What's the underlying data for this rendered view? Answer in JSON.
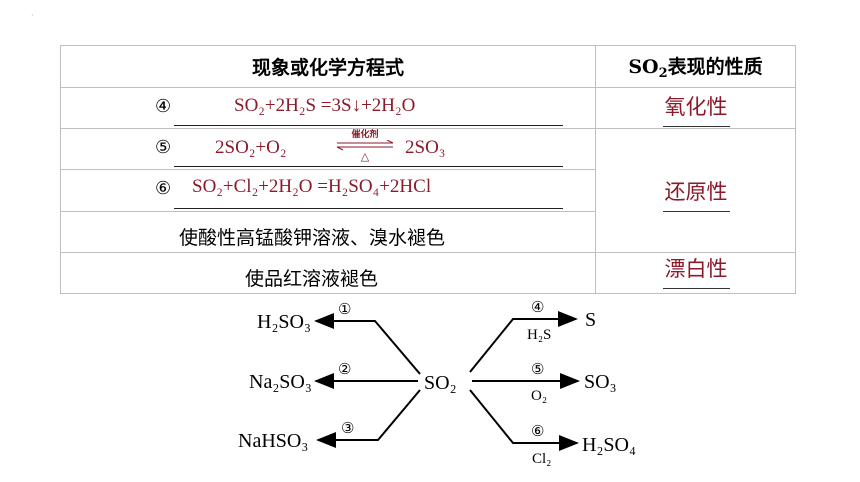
{
  "table": {
    "header_left": "现象或化学方程式",
    "header_right_prefix": "SO",
    "header_right_sub": "2",
    "header_right_suffix": "表现的性质",
    "rows": [
      {
        "num": "④",
        "eq": "SO₂+2H₂S =3S↓+2H₂O"
      },
      {
        "num": "⑤",
        "eq_left": "2SO₂+O₂",
        "catalyst": "催化剂",
        "condition": "△",
        "eq_right": "2SO₃"
      },
      {
        "num": "⑥",
        "eq": "SO₂+Cl₂+2H₂O =H₂SO₄+2HCl"
      },
      {
        "text": "使酸性高锰酸钾溶液、溴水褪色"
      },
      {
        "text": "使品红溶液褪色"
      }
    ],
    "properties": {
      "oxidizing": "氧化性",
      "reducing": "还原性",
      "bleaching": "漂白性"
    }
  },
  "diagram": {
    "center": "SO₂",
    "left": [
      {
        "num": "①",
        "product": "H₂SO₃"
      },
      {
        "num": "②",
        "product": "Na₂SO₃"
      },
      {
        "num": "③",
        "product": "NaHSO₃"
      }
    ],
    "right": [
      {
        "num": "④",
        "reagent": "H₂S",
        "product": "S"
      },
      {
        "num": "⑤",
        "reagent": "O₂",
        "product": "SO₃"
      },
      {
        "num": "⑥",
        "reagent": "Cl₂",
        "product": "H₂SO₄"
      }
    ]
  },
  "colors": {
    "accent": "#8b1a2b",
    "border": "#bfbfbf"
  }
}
